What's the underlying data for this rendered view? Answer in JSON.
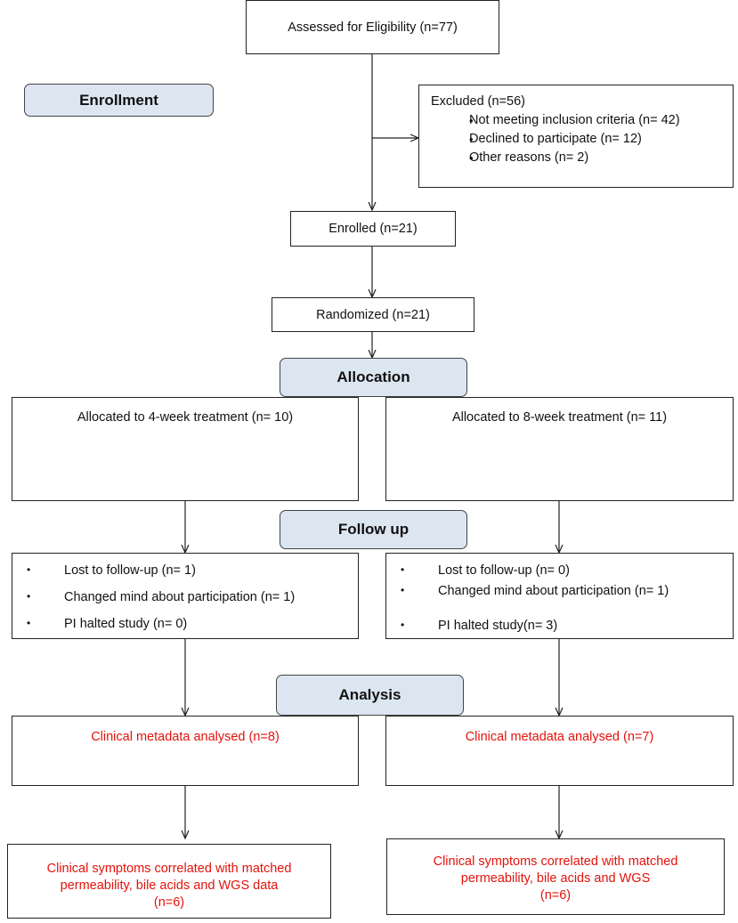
{
  "stages": {
    "enrollment": "Enrollment",
    "allocation": "Allocation",
    "follow_up": "Follow up",
    "analysis": "Analysis"
  },
  "assessed": "Assessed for Eligibility (n=77)",
  "excluded": {
    "title": "Excluded (n=56)",
    "items": [
      "Not meeting inclusion criteria (n= 42)",
      "Declined to participate (n= 12)",
      "Other reasons (n= 2)"
    ]
  },
  "enrolled": "Enrolled (n=21)",
  "randomized": "Randomized (n=21)",
  "arms": [
    {
      "allocation": "Allocated to 4-week treatment (n= 10)",
      "follow_up": [
        "Lost to follow-up (n= 1)",
        "Changed mind about participation (n= 1)",
        "PI halted study (n= 0)"
      ],
      "analysed": "Clinical metadata analysed (n=8)",
      "correlated": [
        "Clinical symptoms correlated with matched",
        "permeability, bile acids and WGS data",
        "(n=6)"
      ]
    },
    {
      "allocation": "Allocated to 8-week treatment (n= 11)",
      "follow_up": [
        "Lost to follow-up (n= 0)",
        "Changed mind about participation (n= 1)",
        "PI halted study(n= 3)"
      ],
      "analysed": "Clinical metadata analysed (n=7)",
      "correlated": [
        "Clinical symptoms correlated with matched",
        "permeability, bile acids and WGS",
        "(n=6)"
      ]
    }
  ],
  "colors": {
    "stage_fill": "#dce6f1",
    "highlight_text": "#e3120b",
    "line": "#222222"
  }
}
